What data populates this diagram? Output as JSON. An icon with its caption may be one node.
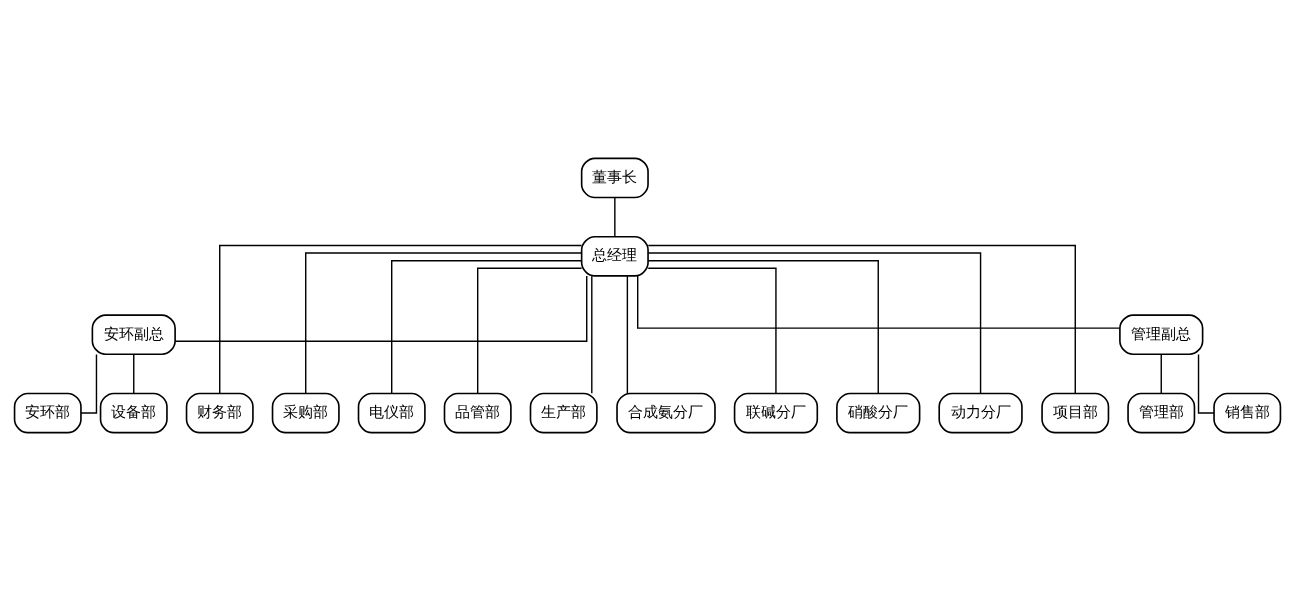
{
  "diagram": {
    "nodes": [
      {
        "text": [
          "董事长"
        ]
      },
      {
        "text": [
          "总经理"
        ]
      },
      {
        "text": [
          "安环副总"
        ]
      },
      {
        "text": [
          "管理副总"
        ]
      },
      {
        "text": [
          "安环部"
        ]
      },
      {
        "text": [
          "设备部"
        ]
      },
      {
        "text": [
          "财务部"
        ]
      },
      {
        "text": [
          "采购部"
        ]
      },
      {
        "text": [
          "电仪部"
        ]
      },
      {
        "text": [
          "品管部"
        ]
      },
      {
        "text": [
          "生产部"
        ]
      },
      {
        "text": [
          "合成氨分厂"
        ]
      },
      {
        "text": [
          "联碱分厂"
        ]
      },
      {
        "text": [
          "硝酸分厂"
        ]
      },
      {
        "text": [
          "动力分厂"
        ]
      },
      {
        "text": [
          "项目部"
        ]
      },
      {
        "text": [
          "管理部"
        ]
      },
      {
        "text": [
          "销售部"
        ]
      }
    ],
    "edges": [
      {
        "from": 0,
        "to": 1,
        "arrow": "none"
      },
      {
        "from": 1,
        "to": 2,
        "arrow": "none"
      },
      {
        "from": 1,
        "to": 6,
        "arrow": "none"
      },
      {
        "from": 1,
        "to": 7,
        "arrow": "none"
      },
      {
        "from": 1,
        "to": 8,
        "arrow": "none"
      },
      {
        "from": 1,
        "to": 9,
        "arrow": "none"
      },
      {
        "from": 1,
        "to": 10,
        "arrow": "none"
      },
      {
        "from": 1,
        "to": 11,
        "arrow": "none"
      },
      {
        "from": 1,
        "to": 12,
        "arrow": "none"
      },
      {
        "from": 1,
        "to": 13,
        "arrow": "none"
      },
      {
        "from": 1,
        "to": 14,
        "arrow": "none"
      },
      {
        "from": 1,
        "to": 15,
        "arrow": "none"
      },
      {
        "from": 1,
        "to": 3,
        "arrow": "none"
      },
      {
        "from": 2,
        "to": 4,
        "arrow": "none"
      },
      {
        "from": 2,
        "to": 5,
        "arrow": "none"
      },
      {
        "from": 3,
        "to": 16,
        "arrow": "none"
      },
      {
        "from": 3,
        "to": 17,
        "arrow": "none"
      }
    ]
  }
}
